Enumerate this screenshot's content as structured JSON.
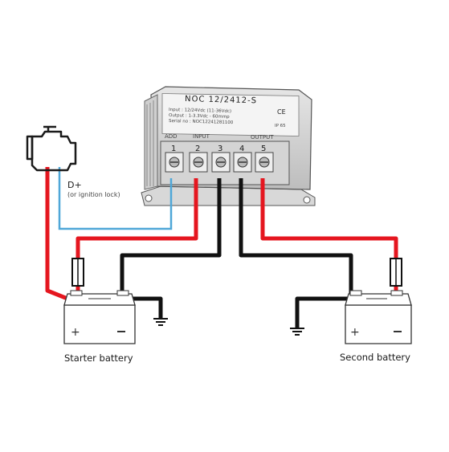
{
  "device": {
    "model": "NOC 12/2412-S",
    "spec_lines": [
      "Input   : 12/24Vdc (11-36Vdc)",
      "Output  : 1-3.3Vdc - 60mmp",
      "Serial no : NOC12241281100"
    ],
    "ce_mark": "CE",
    "ip_rating": "IP 65",
    "add_label": "ADD",
    "input_label": "INPUT",
    "output_label": "OUTPUT",
    "terminals": [
      "1",
      "2",
      "3",
      "4",
      "5"
    ]
  },
  "labels": {
    "d_plus": "D+",
    "ignition": "(or ignition lock)",
    "starter_battery": "Starter battery",
    "second_battery": "Second battery"
  },
  "colors": {
    "positive_wire": "#e5161f",
    "ground_wire": "#111111",
    "signal_wire": "#4fa7d8"
  },
  "icons": [
    "engine-icon",
    "fuse-icon",
    "battery-icon",
    "ground-icon"
  ]
}
